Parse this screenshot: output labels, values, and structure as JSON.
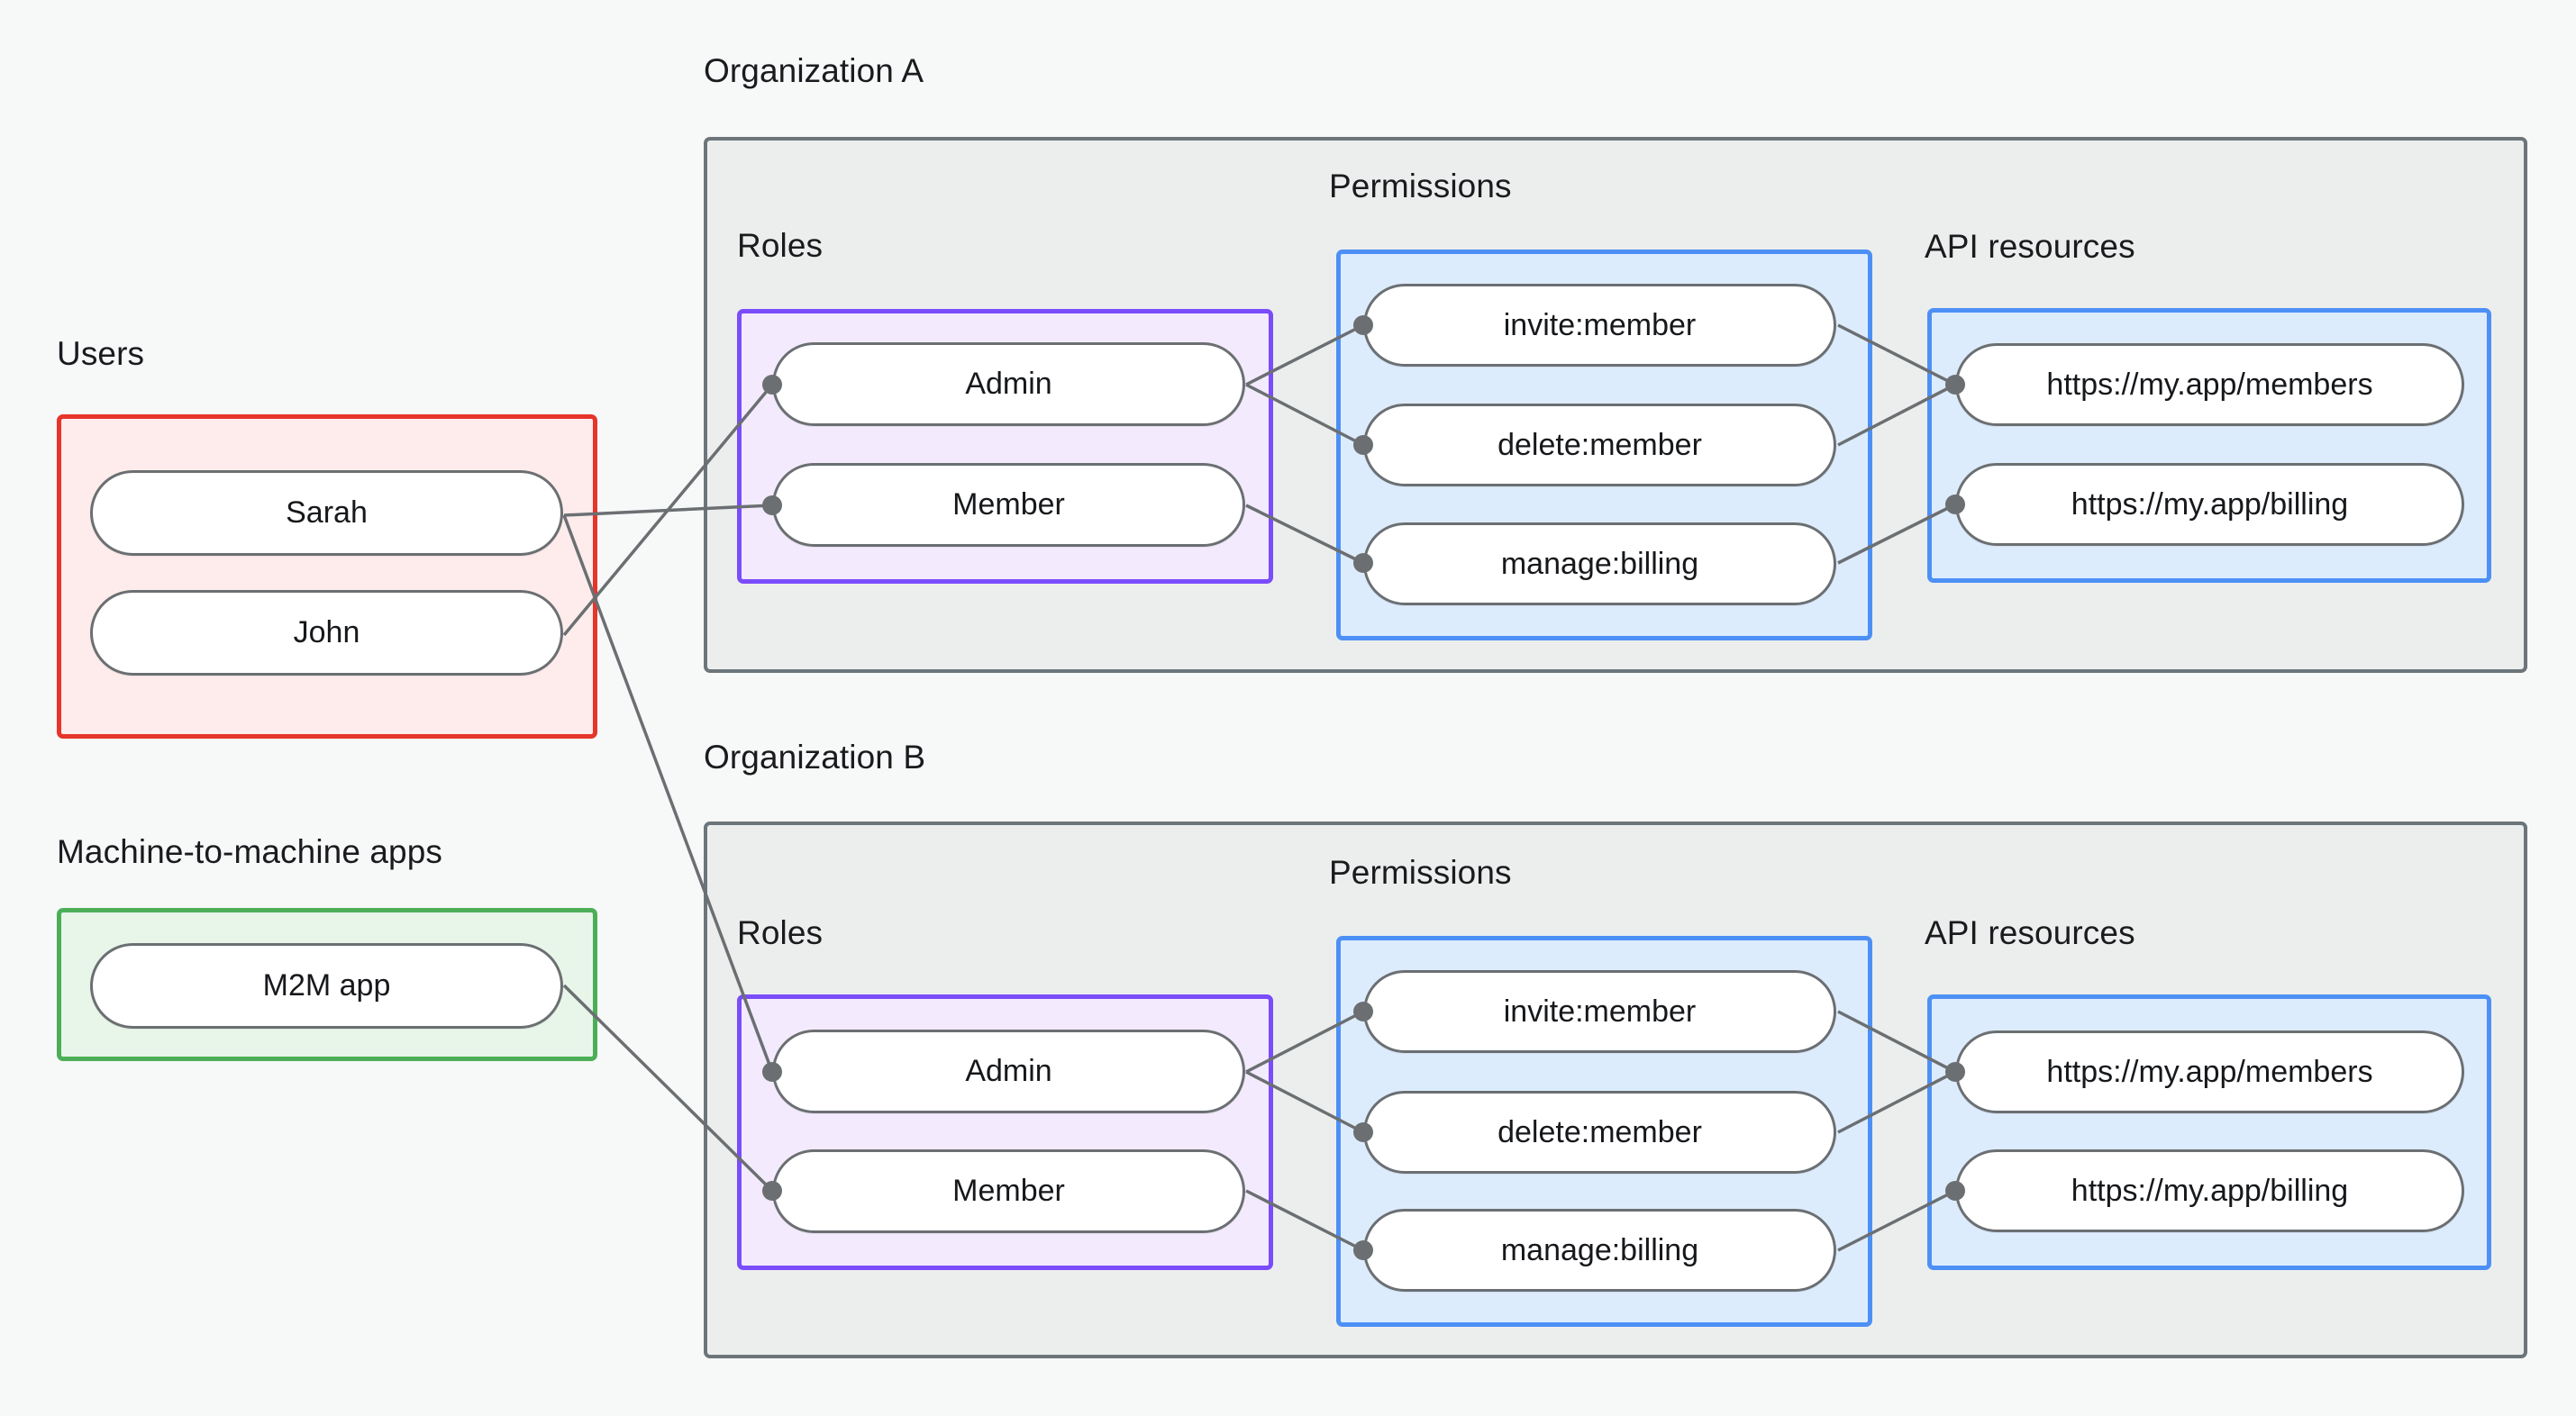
{
  "diagram": {
    "title_hidden": "",
    "background_color": "#f7f8f8",
    "colors": {
      "users_border": "#e6352b",
      "users_fill": "#fdeceb",
      "m2m_border": "#4caf58",
      "m2m_fill": "#e8f6ea",
      "roles_border": "#7a4cfb",
      "roles_fill": "#f3ebfd",
      "permissions_border": "#4d90f5",
      "permissions_fill": "#ddecfd",
      "api_border": "#4d90f5",
      "api_fill": "#ddecfd",
      "org_border": "#6c757a",
      "org_fill": "#eceeed",
      "node_border": "#6b6f72",
      "node_fill": "#ffffff",
      "edge": "#6b6f72"
    }
  },
  "labels": {
    "users": "Users",
    "m2m_apps": "Machine-to-machine apps",
    "organization_a": "Organization A",
    "organization_b": "Organization B",
    "roles_a": "Roles",
    "roles_b": "Roles",
    "permissions_a": "Permissions",
    "permissions_b": "Permissions",
    "api_resources_a": "API resources",
    "api_resources_b": "API resources"
  },
  "users": {
    "items": [
      {
        "label": "Sarah"
      },
      {
        "label": "John"
      }
    ]
  },
  "m2m": {
    "items": [
      {
        "label": "M2M app"
      }
    ]
  },
  "org_a": {
    "roles": [
      {
        "label": "Admin"
      },
      {
        "label": "Member"
      }
    ],
    "permissions": [
      {
        "label": "invite:member"
      },
      {
        "label": "delete:member"
      },
      {
        "label": "manage:billing"
      }
    ],
    "api_resources": [
      {
        "label": "https://my.app/members"
      },
      {
        "label": "https://my.app/billing"
      }
    ]
  },
  "org_b": {
    "roles": [
      {
        "label": "Admin"
      },
      {
        "label": "Member"
      }
    ],
    "permissions": [
      {
        "label": "invite:member"
      },
      {
        "label": "delete:member"
      },
      {
        "label": "manage:billing"
      }
    ],
    "api_resources": [
      {
        "label": "https://my.app/members"
      },
      {
        "label": "https://my.app/billing"
      }
    ]
  },
  "connections": [
    {
      "from": "Sarah",
      "to": "org_a.Member"
    },
    {
      "from": "Sarah",
      "to": "org_a.Admin"
    },
    {
      "from": "John",
      "to": "org_a.Admin"
    },
    {
      "from": "John",
      "to": "org_b.Admin"
    },
    {
      "from": "M2M app",
      "to": "org_b.Member"
    },
    {
      "from": "org_a.Admin",
      "to": "org_a.invite:member"
    },
    {
      "from": "org_a.Admin",
      "to": "org_a.delete:member"
    },
    {
      "from": "org_a.Member",
      "to": "org_a.manage:billing"
    },
    {
      "from": "org_a.invite:member",
      "to": "org_a.https://my.app/members"
    },
    {
      "from": "org_a.delete:member",
      "to": "org_a.https://my.app/members"
    },
    {
      "from": "org_a.manage:billing",
      "to": "org_a.https://my.app/billing"
    },
    {
      "from": "org_b.Admin",
      "to": "org_b.invite:member"
    },
    {
      "from": "org_b.Admin",
      "to": "org_b.delete:member"
    },
    {
      "from": "org_b.Member",
      "to": "org_b.manage:billing"
    },
    {
      "from": "org_b.invite:member",
      "to": "org_b.https://my.app/members"
    },
    {
      "from": "org_b.delete:member",
      "to": "org_b.https://my.app/members"
    },
    {
      "from": "org_b.manage:billing",
      "to": "org_b.https://my.app/billing"
    }
  ]
}
